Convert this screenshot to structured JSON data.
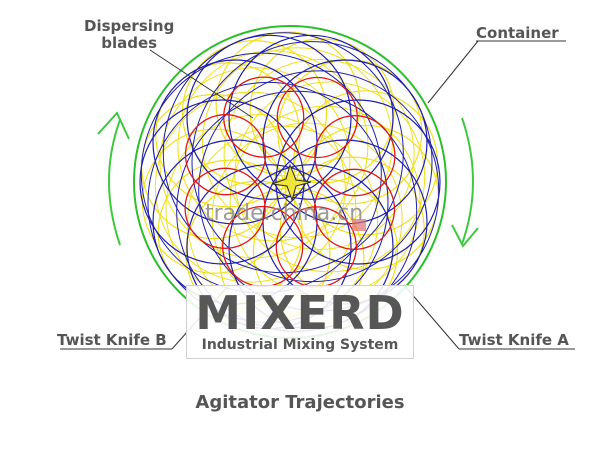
{
  "labels": {
    "dispersing_line1": "Dispersing",
    "dispersing_line2": "blades",
    "container": "Container",
    "twist_knife_b": "Twist Knife B",
    "twist_knife_a": "Twist Knife A"
  },
  "caption": "Agitator Trajectories",
  "logo": {
    "wordmark": "MIXERD",
    "tagline": "Industrial Mixing System"
  },
  "watermark": "trade.china.cn",
  "colors": {
    "container": "#2bbf2b",
    "arrows": "#3fc83f",
    "twist_knife_a": "#1f1fa8",
    "twist_knife_b": "#f0e020",
    "dispersing_blades": "#e01818",
    "label_text": "#555555"
  }
}
